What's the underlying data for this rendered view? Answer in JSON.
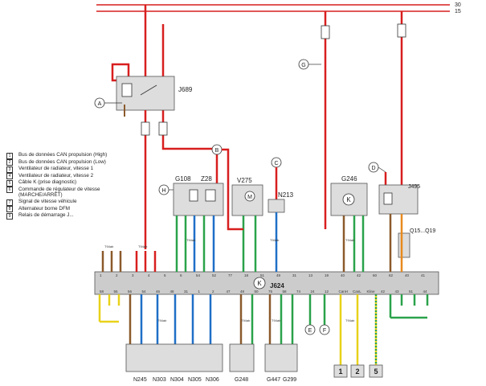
{
  "rails": {
    "top": "30",
    "bottom": "15"
  },
  "components": {
    "J689": "J689",
    "G108": "G108",
    "Z28": "Z28",
    "V275": "V275",
    "N213": "N213",
    "G246": "G246",
    "J495": "J495",
    "Q15Q19": "Q15...Q19",
    "J624": "J624",
    "N245": "N245",
    "N303": "N303",
    "N304": "N304",
    "N305": "N305",
    "N306": "N306",
    "G248": "G248",
    "G447": "G447",
    "G299": "G299"
  },
  "connectors": {
    "A": "A",
    "B": "B",
    "C": "C",
    "D": "D",
    "E": "E",
    "F": "F",
    "G": "G",
    "H": "H"
  },
  "k_symbol": "K",
  "boxes": [
    "1",
    "2",
    "5"
  ],
  "legend": [
    {
      "num": "1",
      "text": "Bus de données CAN propulsion (High)"
    },
    {
      "num": "2",
      "text": "Bus de données CAN propulsion (Low)"
    },
    {
      "num": "3",
      "text": "Ventilateur de radiateur, vitesse 1"
    },
    {
      "num": "4",
      "text": "Ventilateur de radiateur, vitesse 2"
    },
    {
      "num": "5",
      "text": "Câble K (prise diagnostic)"
    },
    {
      "num": "6",
      "text": "Commande de régulateur de vitesse\n(MARCHE/ARRÊT)"
    },
    {
      "num": "7",
      "text": "Signal de vitesse véhicule"
    },
    {
      "num": "8",
      "text": "Alternateur borne DFM"
    },
    {
      "num": "9",
      "text": "Relais de démarrage J..."
    }
  ],
  "pins_top": [
    "1",
    "2",
    "3",
    "4",
    "5",
    "6",
    "54",
    "52",
    "77",
    "18",
    "51",
    "49",
    "31",
    "13",
    "19",
    "40",
    "42",
    "60",
    "62",
    "40",
    "41"
  ],
  "pins_bottom": [
    "58",
    "55",
    "56",
    "54",
    "46",
    "48",
    "31",
    "1",
    "2",
    "47",
    "48",
    "50",
    "75",
    "58",
    "74",
    "24",
    "12",
    "CanH",
    "CanL",
    "Kline",
    "42",
    "43",
    "51",
    "44"
  ],
  "wire_labels": {
    "gauge": "T94ab"
  },
  "colors": {
    "red": "#d81e1e",
    "green": "#2aa24a",
    "blue": "#1f6fc7",
    "brown": "#8b5a2b",
    "yellow": "#e8d21a",
    "orange": "#e8891e",
    "teal": "#1c8f86",
    "grey": "#b8b8b8"
  }
}
